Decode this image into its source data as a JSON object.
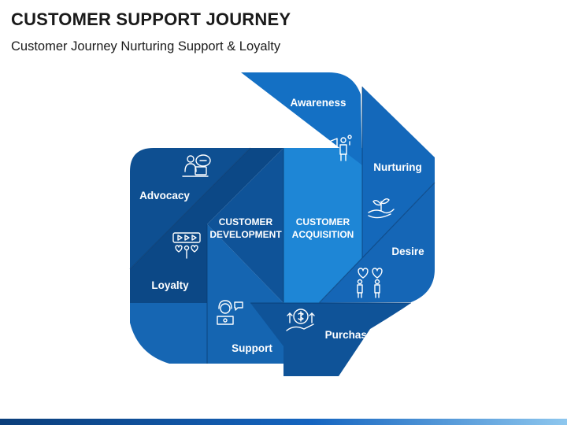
{
  "header": {
    "title": "CUSTOMER SUPPORT JOURNEY",
    "subtitle": "Customer Journey Nurturing Support & Loyalty"
  },
  "colors": {
    "dark_blue": "#0d4e8f",
    "mid_blue": "#1666b3",
    "light_blue": "#1f86d6",
    "white": "#ffffff"
  },
  "diagram": {
    "center": {
      "development_line1": "CUSTOMER",
      "development_line2": "DEVELOPMENT",
      "acquisition_line1": "CUSTOMER",
      "acquisition_line2": "ACQUISITION"
    },
    "stages": [
      {
        "label": "Awareness",
        "icon": "megaphone-person-icon"
      },
      {
        "label": "Nurturing",
        "icon": "hand-plant-icon"
      },
      {
        "label": "Desire",
        "icon": "people-hearts-icon"
      },
      {
        "label": "Purchase",
        "icon": "hand-money-icon"
      },
      {
        "label": "Support",
        "icon": "headset-agent-icon"
      },
      {
        "label": "Loyalty",
        "icon": "video-hearts-icon"
      },
      {
        "label": "Advocacy",
        "icon": "person-speech-icon"
      }
    ]
  }
}
